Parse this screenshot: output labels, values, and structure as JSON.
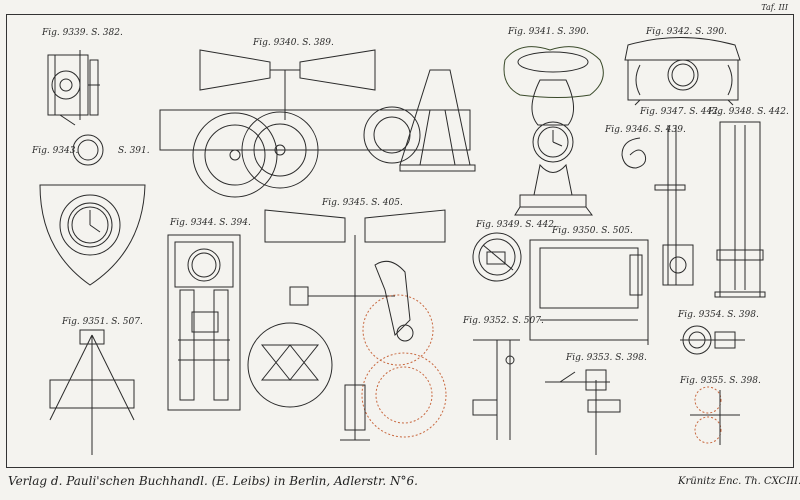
{
  "plate_number": "Taf. III",
  "figures": [
    {
      "id": "fig-9339",
      "label": "Fig. 9339. S. 382."
    },
    {
      "id": "fig-9340",
      "label": "Fig. 9340. S. 389."
    },
    {
      "id": "fig-9341",
      "label": "Fig. 9341. S. 390."
    },
    {
      "id": "fig-9342",
      "label": "Fig. 9342. S. 390."
    },
    {
      "id": "fig-9343",
      "label": "Fig. 9343."
    },
    {
      "id": "fig-9343-page",
      "label": "S. 391."
    },
    {
      "id": "fig-9344",
      "label": "Fig. 9344. S. 394."
    },
    {
      "id": "fig-9345",
      "label": "Fig. 9345. S. 405."
    },
    {
      "id": "fig-9346",
      "label": "Fig. 9346. S. 439."
    },
    {
      "id": "fig-9347",
      "label": "Fig. 9347. S. 442."
    },
    {
      "id": "fig-9348",
      "label": "Fig. 9348. S. 442."
    },
    {
      "id": "fig-9349",
      "label": "Fig. 9349. S. 442."
    },
    {
      "id": "fig-9350",
      "label": "Fig. 9350. S. 505."
    },
    {
      "id": "fig-9351",
      "label": "Fig. 9351. S. 507."
    },
    {
      "id": "fig-9352",
      "label": "Fig. 9352. S. 507."
    },
    {
      "id": "fig-9353",
      "label": "Fig. 9353. S. 398."
    },
    {
      "id": "fig-9354",
      "label": "Fig. 9354. S. 398."
    },
    {
      "id": "fig-9355",
      "label": "Fig. 9355. S. 398."
    }
  ],
  "footer": {
    "publisher": "Verlag d. Pauli'schen Buchhandl. (E. Leibs) in Berlin, Adlerstr. N°6.",
    "series": "Krünitz Enc. Th. CXCIII."
  },
  "colors": {
    "paper": "#f4f3ef",
    "ink": "#2b2b2b",
    "accent": "#c8683f"
  }
}
